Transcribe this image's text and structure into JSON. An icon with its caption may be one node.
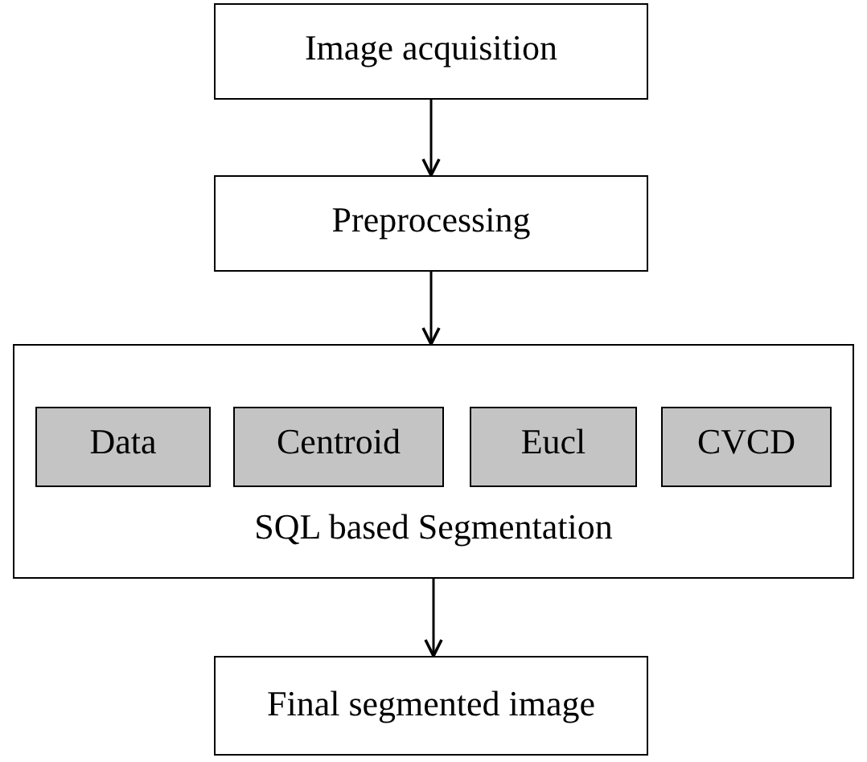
{
  "diagram": {
    "nodes": [
      {
        "text": [
          "Image acquisition"
        ]
      },
      {
        "text": [
          "Preprocessing"
        ]
      },
      {
        "text": [
          "SQL based Segmentation"
        ]
      },
      {
        "text": [
          "Data"
        ],
        "in": 2
      },
      {
        "text": [
          "Centroid"
        ],
        "in": 2
      },
      {
        "text": [
          "Eucl"
        ],
        "in": 2
      },
      {
        "text": [
          "CVCD"
        ],
        "in": 2
      },
      {
        "text": [
          "Final segmented image"
        ]
      }
    ],
    "edges": [
      {
        "from": 0,
        "to": 1,
        "arrow": "to"
      },
      {
        "from": 1,
        "to": 2,
        "arrow": "to"
      },
      {
        "from": 2,
        "to": 7,
        "arrow": "to"
      }
    ]
  }
}
